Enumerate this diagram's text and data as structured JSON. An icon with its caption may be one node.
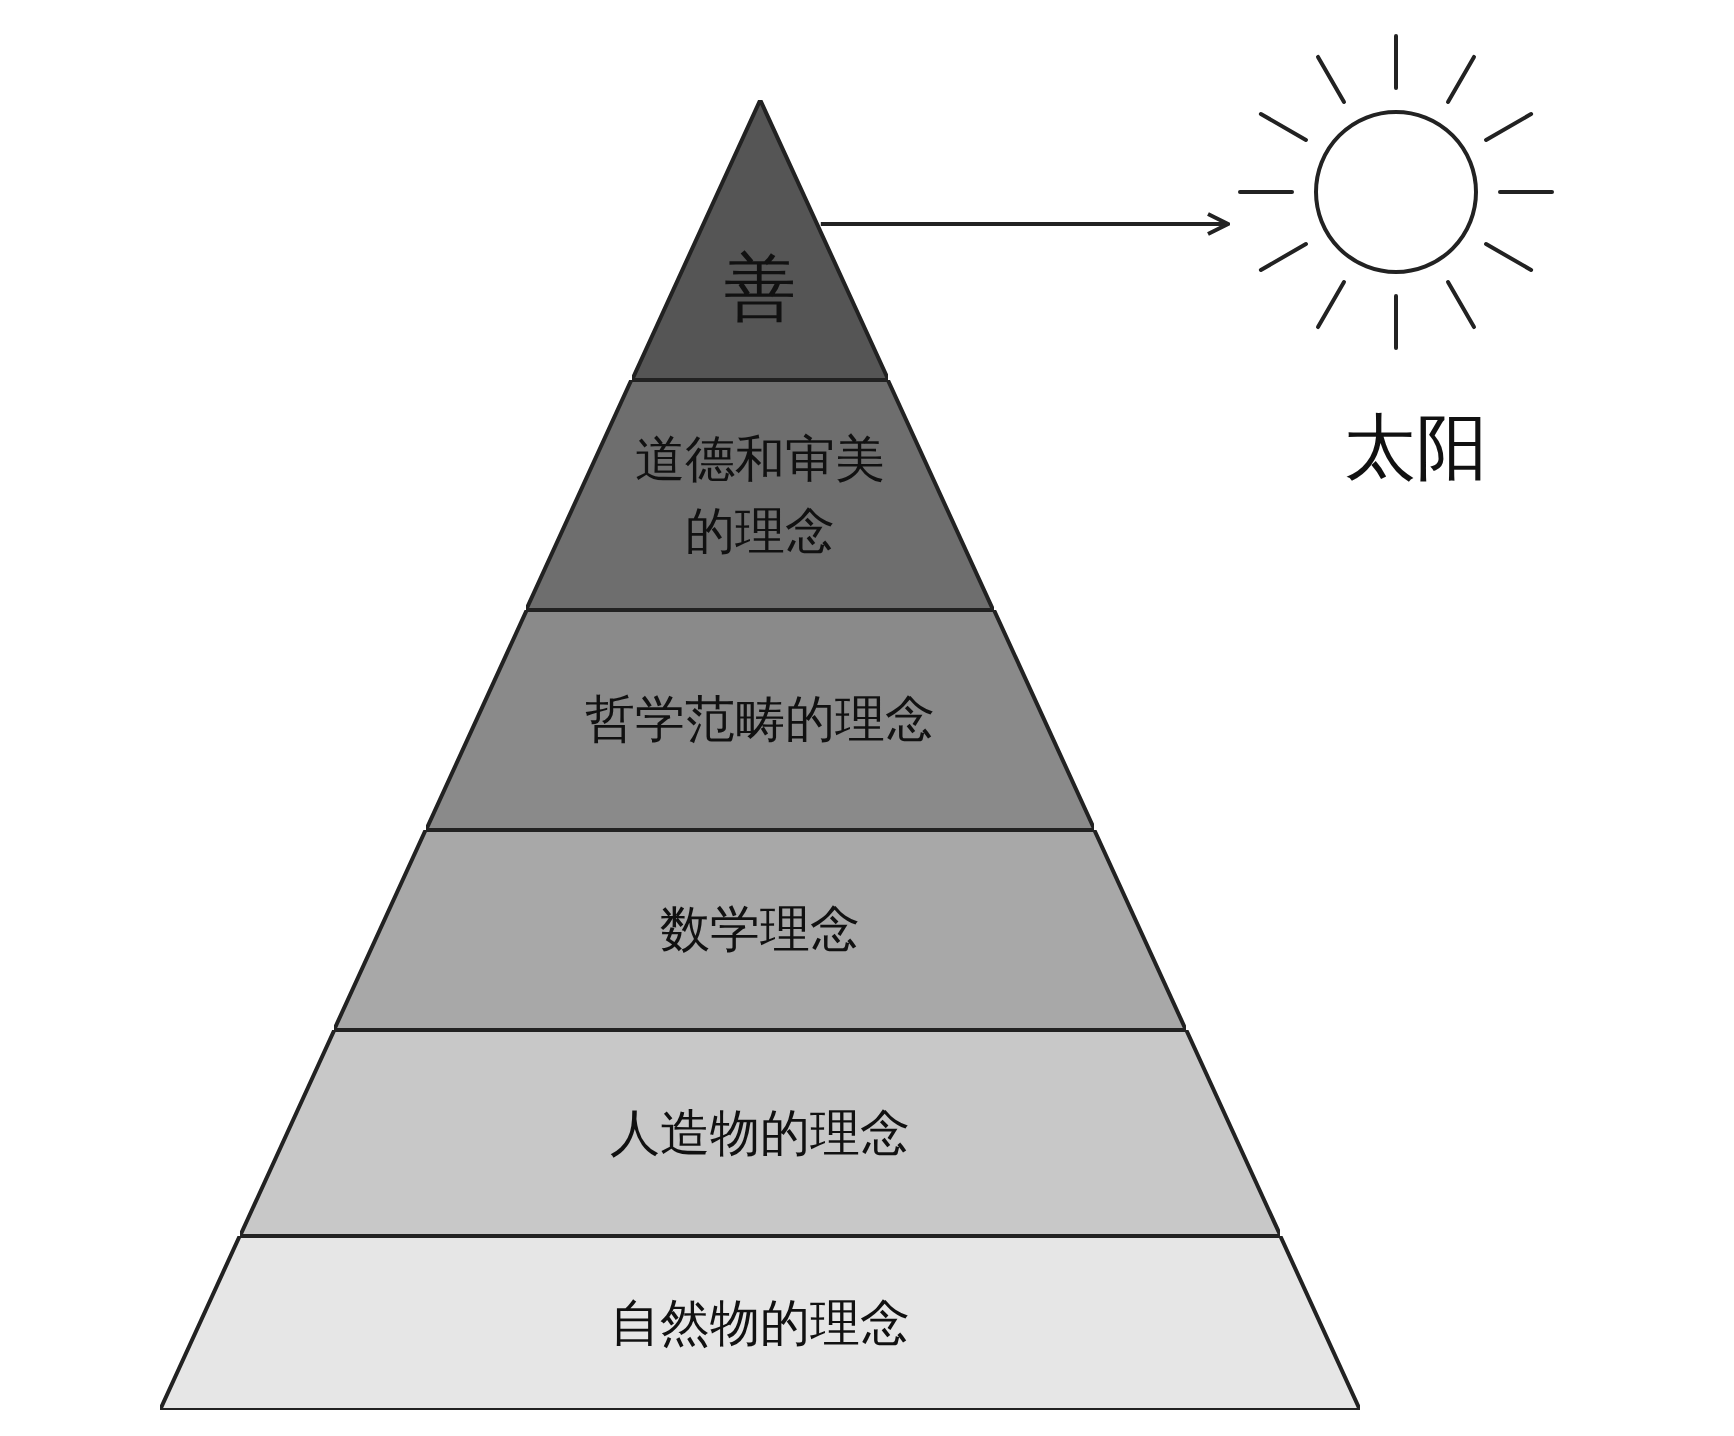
{
  "diagram": {
    "nodes": [
      {
        "text": [
          "善"
        ]
      },
      {
        "text": [
          "道德和审美的理念"
        ]
      },
      {
        "text": [
          "哲学范畴的理念"
        ]
      },
      {
        "text": [
          "数学理念"
        ]
      },
      {
        "text": [
          "人造物的理念"
        ]
      },
      {
        "text": [
          "自然物的理念"
        ]
      },
      {
        "text": [],
        "shape": "circle",
        "beside": [
          "太阳"
        ]
      }
    ],
    "edges": [
      {
        "from": 0,
        "to": 6,
        "arrow": "to"
      }
    ]
  }
}
